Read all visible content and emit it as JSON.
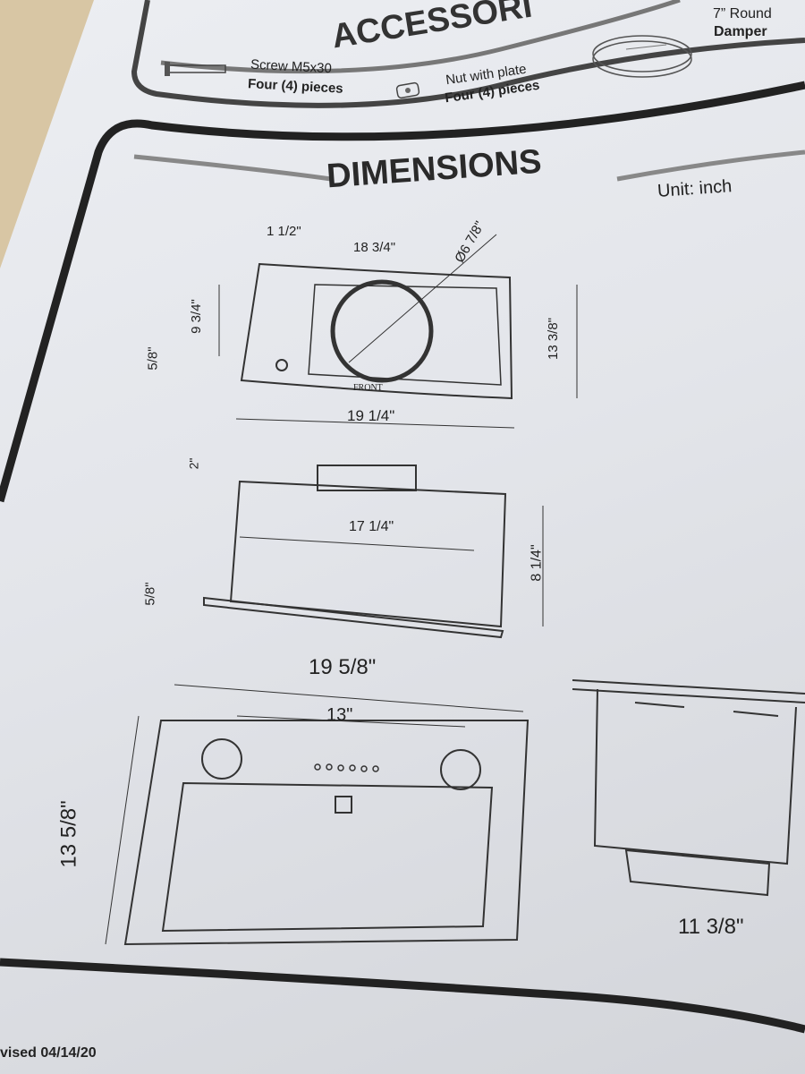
{
  "accessories": {
    "title": "ACCESSORI",
    "items": [
      {
        "icon": "screw-icon",
        "name": "Screw M5x30",
        "qty": "Four (4) pieces"
      },
      {
        "icon": "nut-plate-icon",
        "name": "Nut with plate",
        "qty": "Four (4) pieces"
      },
      {
        "icon": "damper-icon",
        "name": "7” Round",
        "qty": "Damper"
      }
    ]
  },
  "dimensions": {
    "title": "DIMENSIONS",
    "unit": "Unit: inch",
    "top_view": {
      "d1": "1 1/2\"",
      "d2": "18 3/4\"",
      "d3": "Ø6 7/8\"",
      "d4": "9 3/4\"",
      "d5": "5/8\"",
      "d6": "13 3/8\"",
      "front": "FRONT",
      "d7": "19 1/4\""
    },
    "side_view": {
      "d1": "2\"",
      "d2": "17 1/4\"",
      "d3": "8 1/4\"",
      "d4": "5/8\""
    },
    "bottom_view": {
      "d1": "19 5/8\"",
      "d2": "13\"",
      "d3": "13 5/8\""
    },
    "end_view": {
      "d1": "11 3/8\""
    }
  },
  "footer": {
    "revised": "vised 04/14/20"
  }
}
